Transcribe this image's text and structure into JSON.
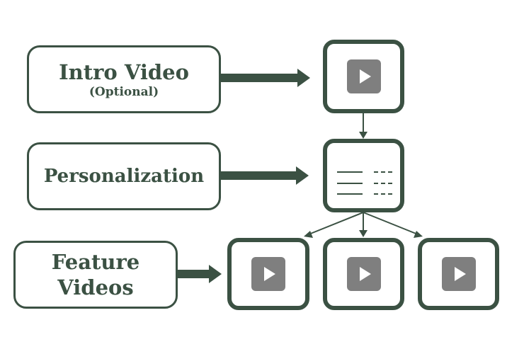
{
  "steps": {
    "intro": {
      "title": "Intro Video",
      "subtitle": "(Optional)"
    },
    "personalization": {
      "title": "Personalization"
    },
    "features": {
      "line1": "Feature",
      "line2": "Videos"
    }
  },
  "icons": {
    "video": "play-icon",
    "form": "form-list-icon"
  },
  "colors": {
    "accent": "#3b5143",
    "play_tile": "#7f7f7f",
    "background": "#ffffff"
  }
}
